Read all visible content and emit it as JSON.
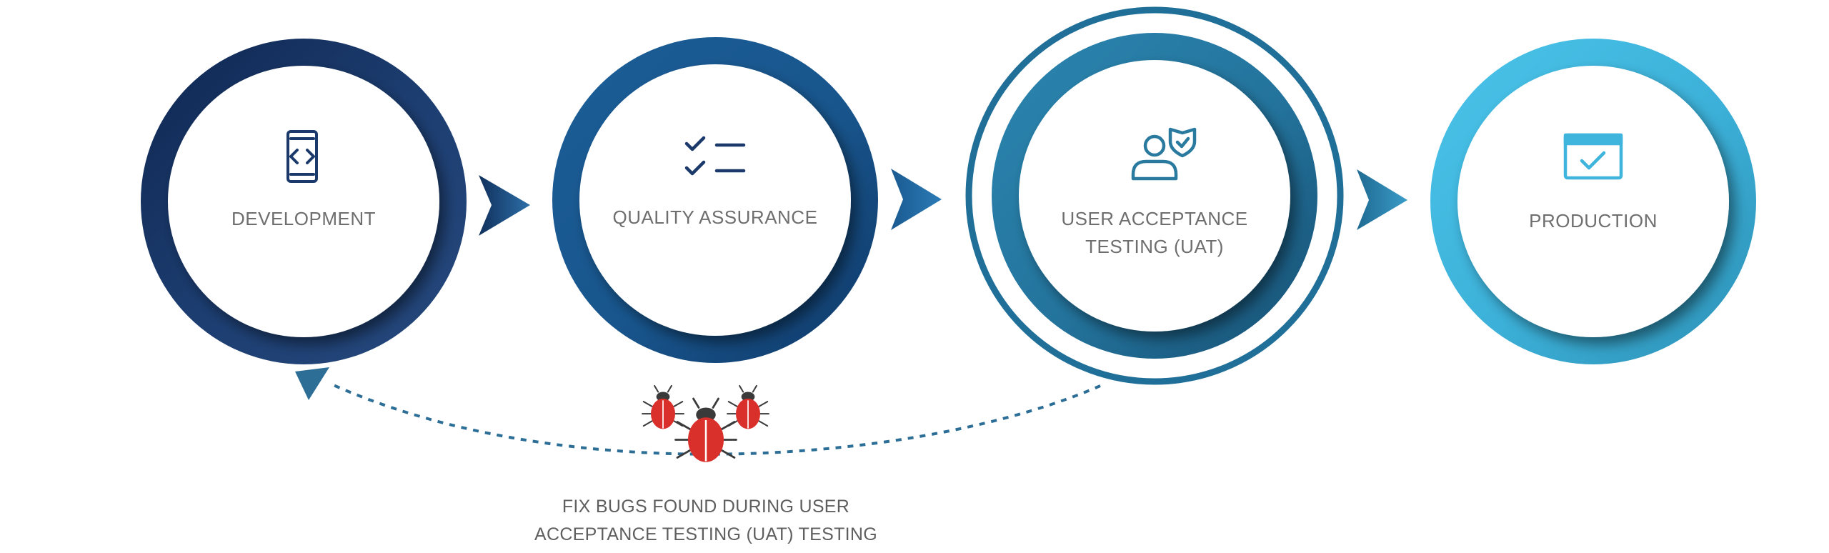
{
  "stages": [
    {
      "id": "development",
      "label_lines": [
        "DEVELOPMENT"
      ],
      "icon": "code-device-icon",
      "color": "#1b3a6b"
    },
    {
      "id": "quality-assurance",
      "label_lines": [
        "QUALITY ASSURANCE"
      ],
      "icon": "checklist-icon",
      "color": "#1a5a91"
    },
    {
      "id": "uat",
      "label_lines": [
        "USER ACCEPTANCE",
        "TESTING (UAT)"
      ],
      "icon": "user-shield-icon",
      "color": "#2a7aa0"
    },
    {
      "id": "production",
      "label_lines": [
        "PRODUCTION"
      ],
      "icon": "browser-check-icon",
      "color": "#3fb4dc"
    }
  ],
  "feedback": {
    "label_lines": [
      "FIX BUGS FOUND DURING USER",
      "ACCEPTANCE TESTING (UAT) TESTING"
    ],
    "icon": "bug-icon",
    "line_color": "#2d6e96",
    "bug_color": "#d9302c"
  }
}
